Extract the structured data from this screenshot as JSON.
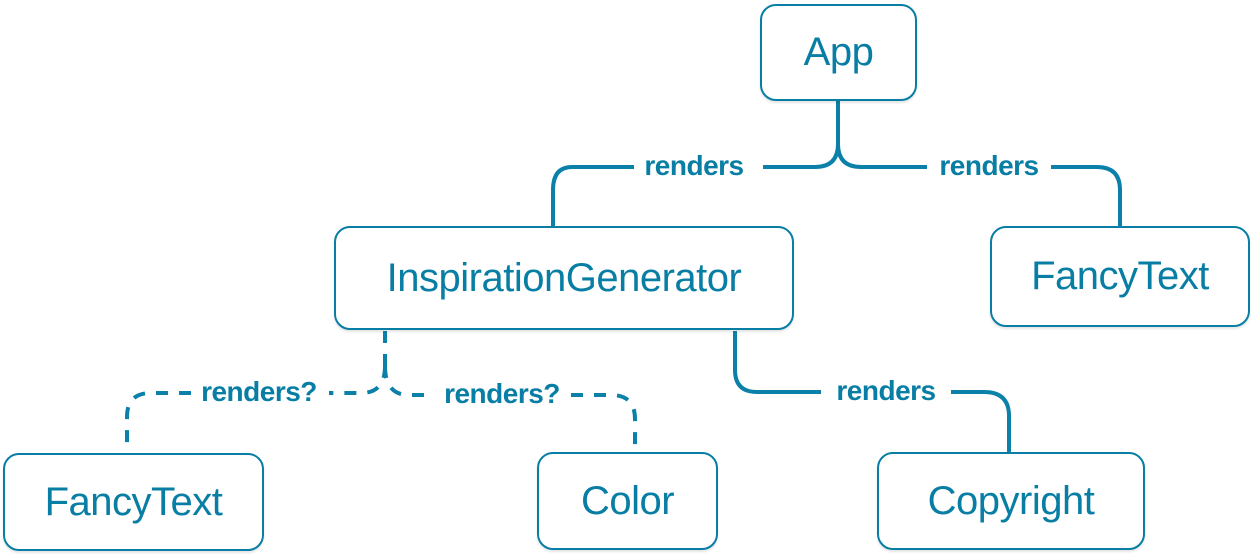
{
  "diagram": {
    "accent_color": "#087ea4",
    "node_fill_color": "#ffffff",
    "nodes": {
      "app": {
        "label": "App"
      },
      "inspiration_generator": {
        "label": "InspirationGenerator"
      },
      "fancy_text_top": {
        "label": "FancyText"
      },
      "fancy_text_bottom": {
        "label": "FancyText"
      },
      "color": {
        "label": "Color"
      },
      "copyright": {
        "label": "Copyright"
      }
    },
    "edges": {
      "app_to_inspiration_generator": {
        "label": "renders",
        "style": "solid"
      },
      "app_to_fancy_text": {
        "label": "renders",
        "style": "solid"
      },
      "inspiration_generator_to_fancy_text": {
        "label": "renders?",
        "style": "dashed"
      },
      "inspiration_generator_to_color": {
        "label": "renders?",
        "style": "dashed"
      },
      "inspiration_generator_to_copyright": {
        "label": "renders",
        "style": "solid"
      }
    }
  }
}
